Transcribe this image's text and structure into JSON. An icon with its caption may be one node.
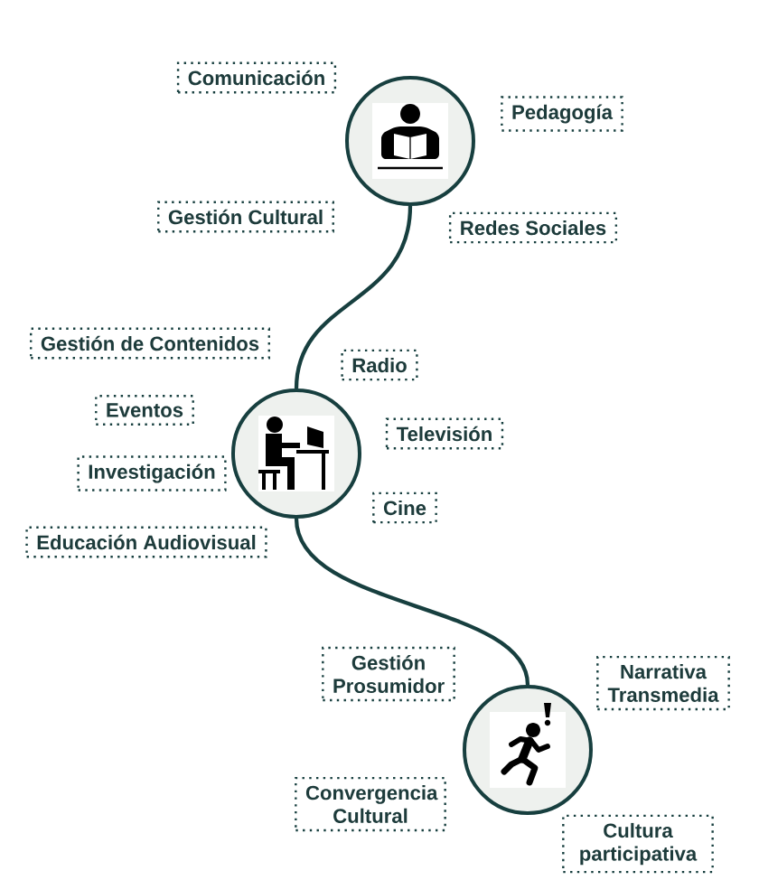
{
  "diagram": {
    "nodes": [
      {
        "text": [
          "Comunicación"
        ]
      },
      {
        "text": [],
        "shape": "circle"
      },
      {
        "text": [
          "Pedagogía"
        ]
      },
      {
        "text": [
          "Gestión Cultural"
        ]
      },
      {
        "text": [
          "Redes Sociales"
        ]
      },
      {
        "text": [
          "Gestión de Contenidos"
        ]
      },
      {
        "text": [
          "Radio"
        ]
      },
      {
        "text": [
          "Eventos"
        ]
      },
      {
        "text": [],
        "shape": "circle"
      },
      {
        "text": [
          "Televisión"
        ]
      },
      {
        "text": [
          "Investigación"
        ]
      },
      {
        "text": [
          "Cine"
        ]
      },
      {
        "text": [
          "Educación Audiovisual"
        ]
      },
      {
        "text": [
          "Gestión Prosumidor"
        ]
      },
      {
        "text": [
          "Narrativa Transmedia"
        ]
      },
      {
        "text": [],
        "shape": "circle"
      },
      {
        "text": [
          "Convergencia Cultural"
        ]
      },
      {
        "text": [
          "Cultura participativa"
        ]
      }
    ],
    "edges": [
      {
        "from": 1,
        "to": 8,
        "arrow": "none"
      },
      {
        "from": 8,
        "to": 15,
        "arrow": "none"
      }
    ]
  }
}
